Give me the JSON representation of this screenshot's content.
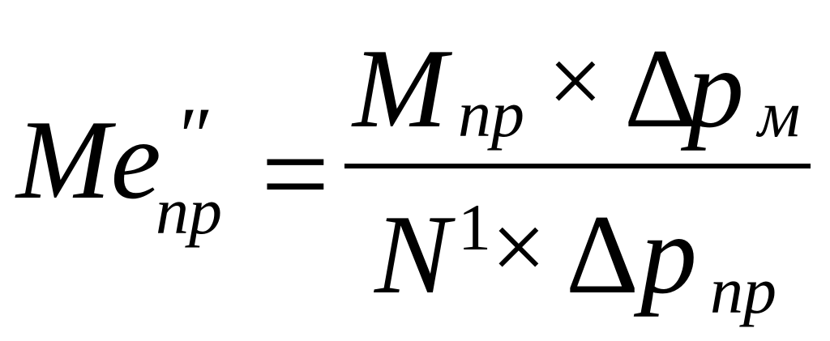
{
  "formula": {
    "lhs": {
      "base": "Me",
      "prime": "″",
      "subscript": "пр"
    },
    "equals": "=",
    "numerator": {
      "base": "M",
      "subscript": "пр",
      "times": "×",
      "delta": "Δ",
      "p": "p",
      "p_subscript": "м"
    },
    "denominator": {
      "base": "N",
      "superscript": "1",
      "times": "×",
      "delta": "Δ",
      "p": "p",
      "p_subscript": "пр"
    }
  }
}
